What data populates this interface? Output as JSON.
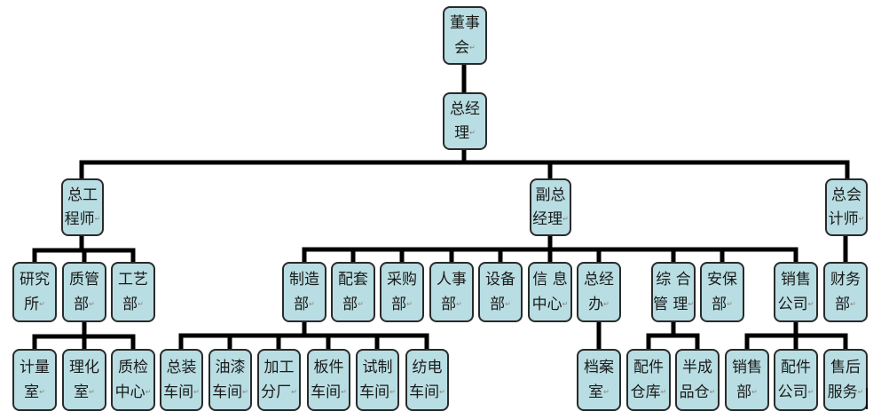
{
  "colors": {
    "box_fill": "#b8dde2",
    "box_border": "#2a2a2a",
    "connector": "#000000"
  },
  "paragraph_mark": "↵",
  "nodes": {
    "board": {
      "line1": "董事",
      "line2": "会"
    },
    "gm": {
      "line1": "总经",
      "line2": "理"
    },
    "chief_eng": {
      "line1": "总工",
      "line2": "程师"
    },
    "deputy_gm": {
      "line1": "副总",
      "line2": "经理"
    },
    "chief_acct": {
      "line1": "总会",
      "line2": "计师"
    },
    "research": {
      "line1": "研究",
      "line2": "所"
    },
    "quality_mgmt": {
      "line1": "质管",
      "line2": "部"
    },
    "process": {
      "line1": "工艺",
      "line2": "部"
    },
    "manufacturing": {
      "line1": "制造",
      "line2": "部"
    },
    "supporting": {
      "line1": "配套",
      "line2": "部"
    },
    "purchasing": {
      "line1": "采购",
      "line2": "部"
    },
    "hr": {
      "line1": "人事",
      "line2": "部"
    },
    "equipment": {
      "line1": "设备",
      "line2": "部"
    },
    "info_center": {
      "line1": "信 息",
      "line2": "中心"
    },
    "gm_office": {
      "line1": "总经",
      "line2": "办"
    },
    "general_mgmt": {
      "line1": "综 合",
      "line2": "管 理"
    },
    "security": {
      "line1": "安保",
      "line2": "部"
    },
    "sales_co": {
      "line1": "销售",
      "line2": "公司"
    },
    "finance": {
      "line1": "财务",
      "line2": "部"
    },
    "metrology": {
      "line1": "计量",
      "line2": "室"
    },
    "lab": {
      "line1": "理化",
      "line2": "室"
    },
    "qc_center": {
      "line1": "质检",
      "line2": "中心"
    },
    "assembly": {
      "line1": "总装",
      "line2": "车间"
    },
    "painting": {
      "line1": "油漆",
      "line2": "车间"
    },
    "machining": {
      "line1": "加工",
      "line2": "分厂"
    },
    "sheet": {
      "line1": "板件",
      "line2": "车间"
    },
    "prototype": {
      "line1": "试制",
      "line2": "车间"
    },
    "textile_elec": {
      "line1": "纺电",
      "line2": "车间"
    },
    "archives": {
      "line1": "档案",
      "line2": "室"
    },
    "parts_wh": {
      "line1": "配件",
      "line2": "仓库"
    },
    "semi_wh": {
      "line1": "半成",
      "line2": "品仓"
    },
    "sales_dept": {
      "line1": "销售",
      "line2": "部"
    },
    "parts_co": {
      "line1": "配件",
      "line2": "公司"
    },
    "after_sales": {
      "line1": "售后",
      "line2": "服务"
    }
  }
}
